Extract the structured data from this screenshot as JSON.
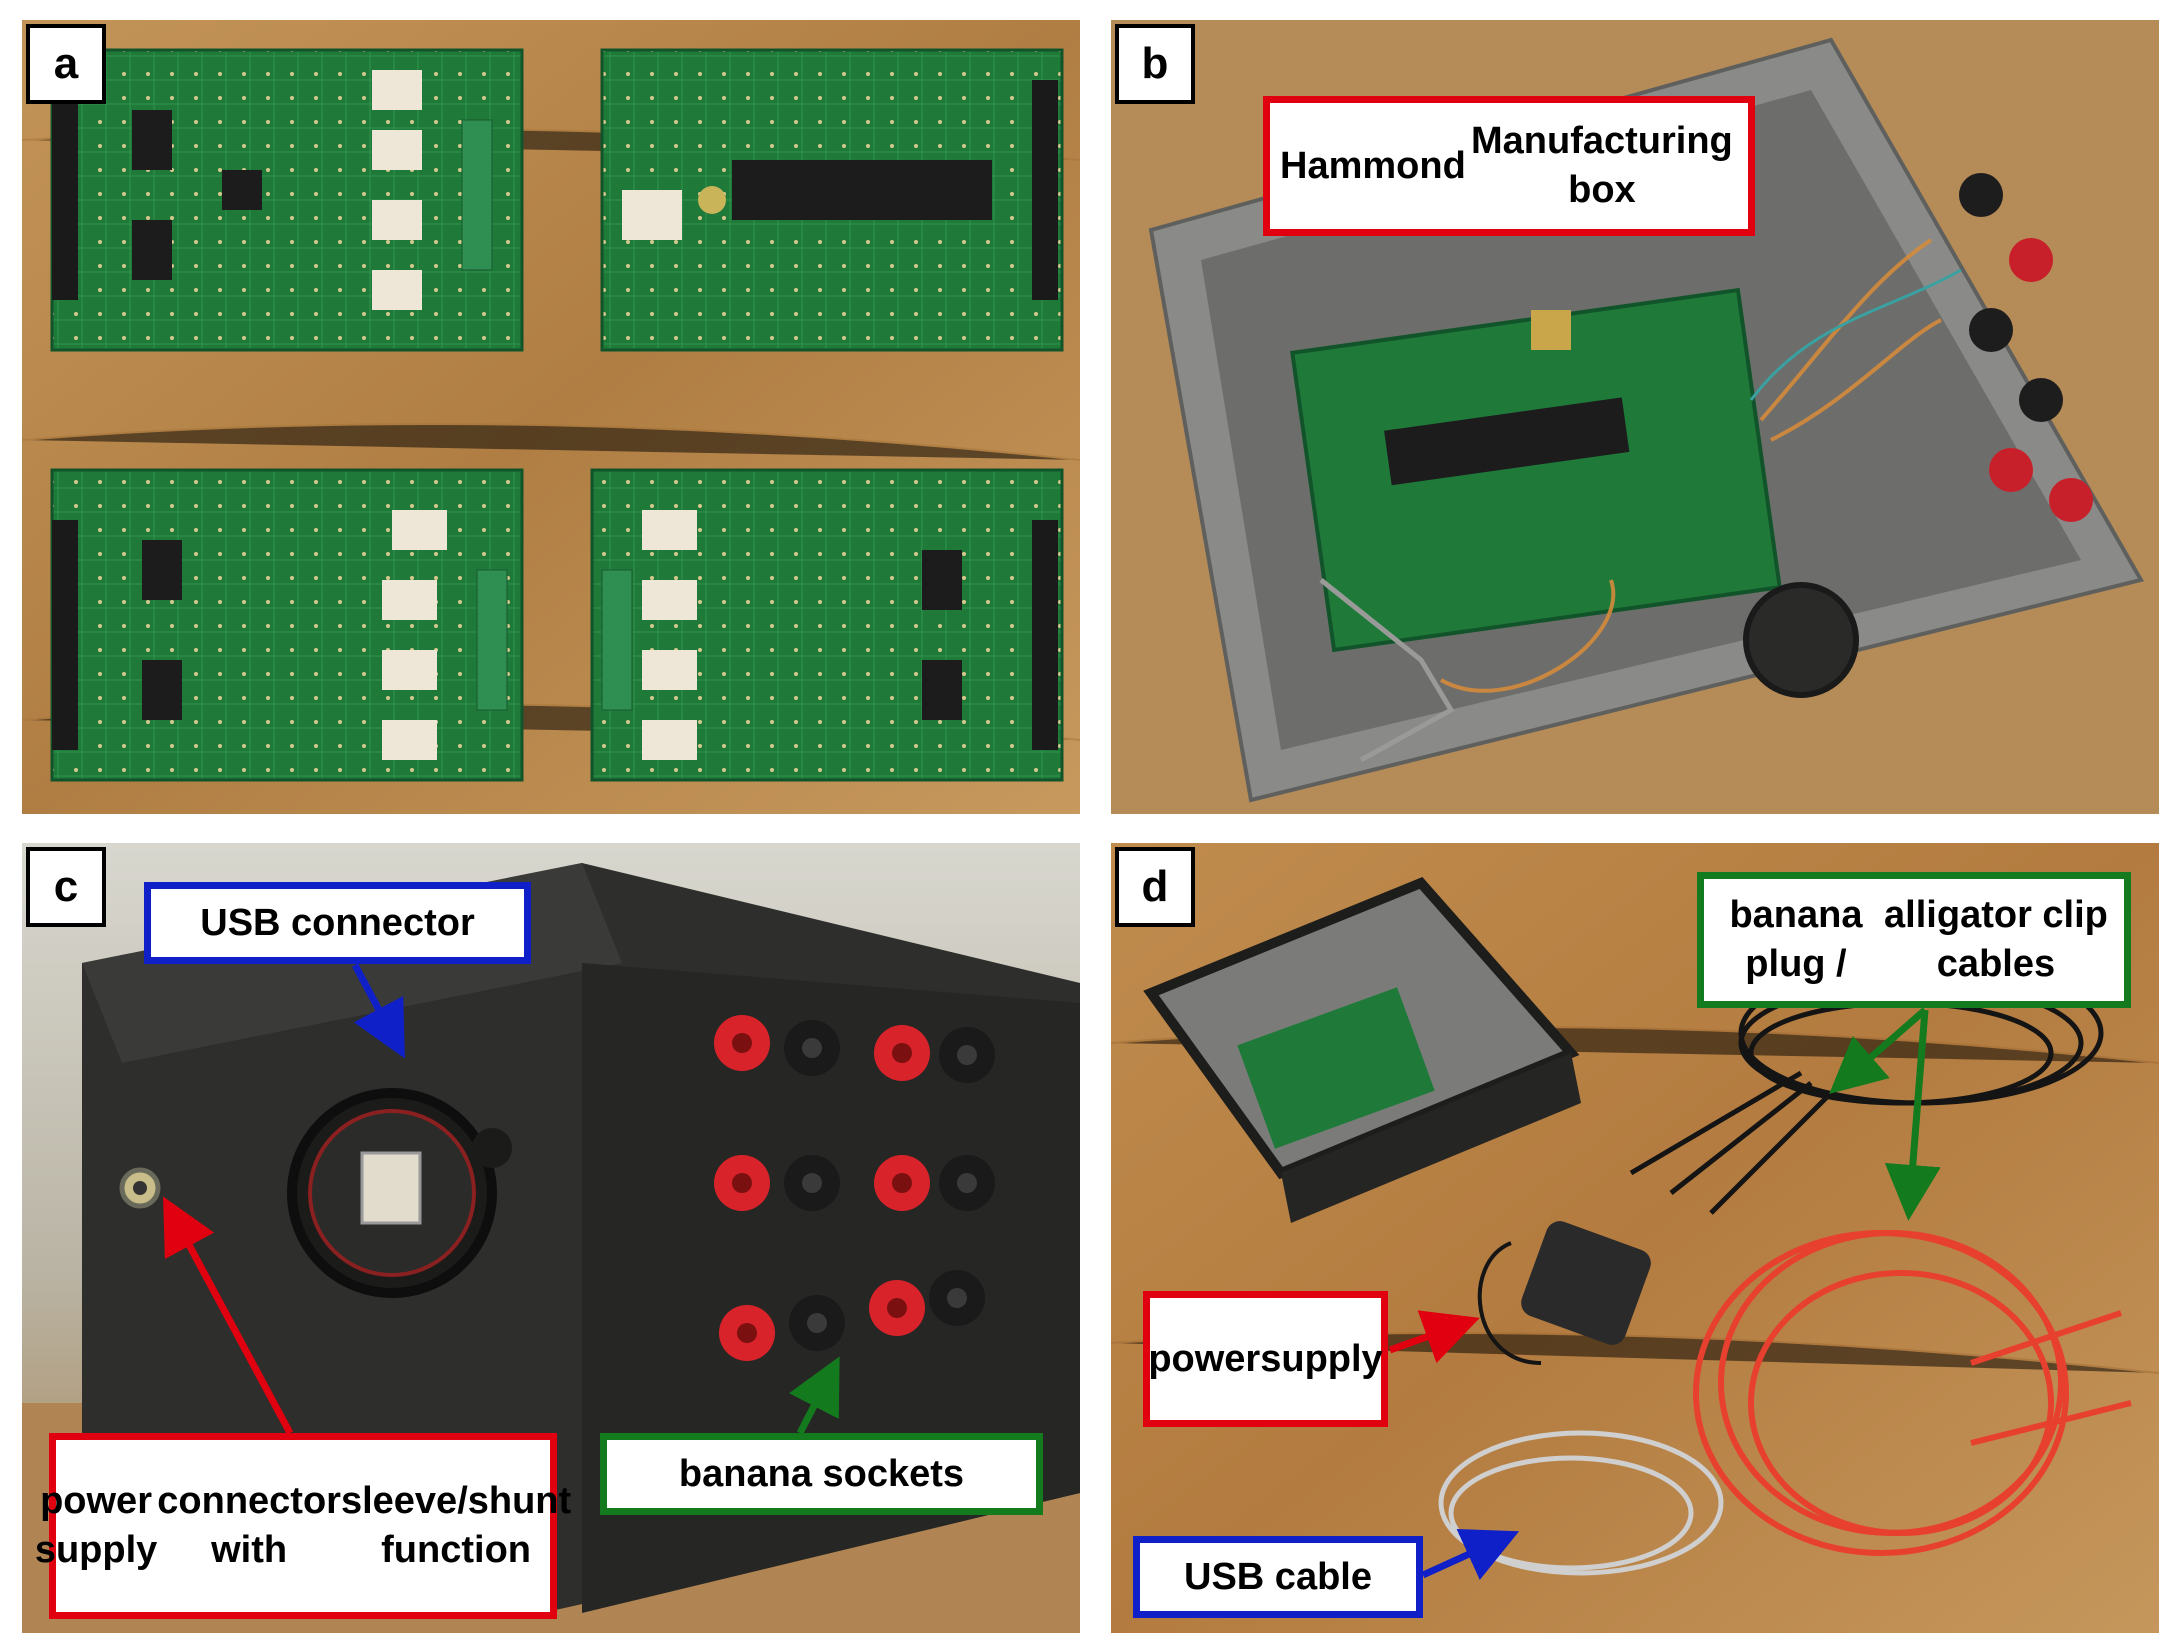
{
  "figure": {
    "panels": [
      {
        "letter": "a"
      },
      {
        "letter": "b",
        "callouts": [
          {
            "lines": [
              "Hammond",
              "Manufacturing box"
            ],
            "color": "#e0000f"
          }
        ]
      },
      {
        "letter": "c",
        "callouts": [
          {
            "lines": [
              "USB connector"
            ],
            "color": "#1020c8"
          },
          {
            "lines": [
              "power supply",
              "connector with",
              "sleeve/shunt function"
            ],
            "color": "#e0000f"
          },
          {
            "lines": [
              "banana sockets"
            ],
            "color": "#137a1e"
          }
        ]
      },
      {
        "letter": "d",
        "callouts": [
          {
            "lines": [
              "banana plug /",
              "alligator clip cables"
            ],
            "color": "#137a1e"
          },
          {
            "lines": [
              "power",
              "supply"
            ],
            "color": "#e0000f"
          },
          {
            "lines": [
              "USB cable"
            ],
            "color": "#1020c8"
          }
        ]
      }
    ]
  },
  "colors": {
    "pcb_green": "#1f7a3a",
    "wood": "#b5864a",
    "enclosure_grey": "#6d6e6c",
    "enclosure_black": "#2e2e2c",
    "socket_red": "#d8232a",
    "cable_red": "#e8402e",
    "cable_grey": "#cfcfcf"
  }
}
